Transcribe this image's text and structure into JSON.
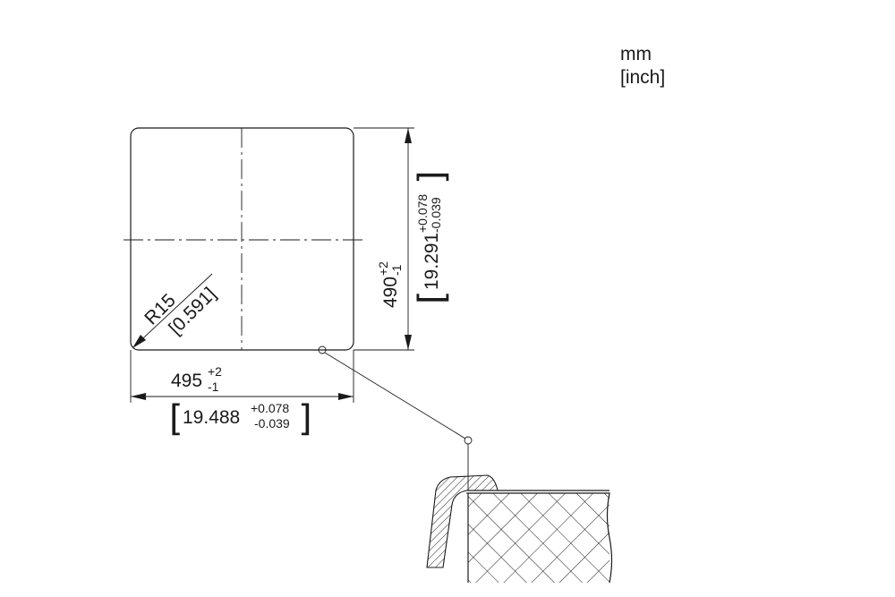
{
  "units": {
    "primary": "mm",
    "secondary": "[inch]"
  },
  "width_dim": {
    "value": "495",
    "tol_plus": "+2",
    "tol_minus": "-1",
    "inch_value": "19.488",
    "inch_tol_plus": "+0.078",
    "inch_tol_minus": "-0.039",
    "bracket_open": "[",
    "bracket_close": "]"
  },
  "height_dim": {
    "value": "490",
    "tol_plus": "+2",
    "tol_minus": "-1",
    "inch_value": "19.291",
    "inch_tol_plus": "+0.078",
    "inch_tol_minus": "-0.039",
    "bracket_open": "[",
    "bracket_close": "]"
  },
  "radius_dim": {
    "value": "R15",
    "inch_value": "[0.591]"
  },
  "colors": {
    "line": "#1a1a1a",
    "background": "#ffffff"
  }
}
